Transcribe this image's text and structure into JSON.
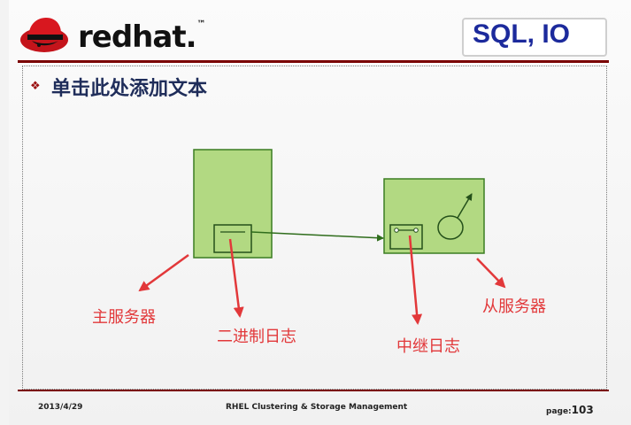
{
  "header": {
    "logo_text": "redhat.",
    "title": "SQL, IO"
  },
  "content": {
    "heading": "单击此处添加文本"
  },
  "diagram": {
    "labels": {
      "master_server": "主服务器",
      "binary_log": "二进制日志",
      "relay_log": "中继日志",
      "slave_server": "从服务器"
    }
  },
  "footer": {
    "date": "2013/4/29",
    "course": "RHEL Clustering & Storage Management",
    "page_label": "page:",
    "page_number": "103"
  },
  "colors": {
    "box_fill": "#b2d982",
    "box_stroke": "#3b7d22",
    "annotation_red": "#e2383a",
    "rule": "#7a0000",
    "title_blue": "#1c2a9c"
  }
}
